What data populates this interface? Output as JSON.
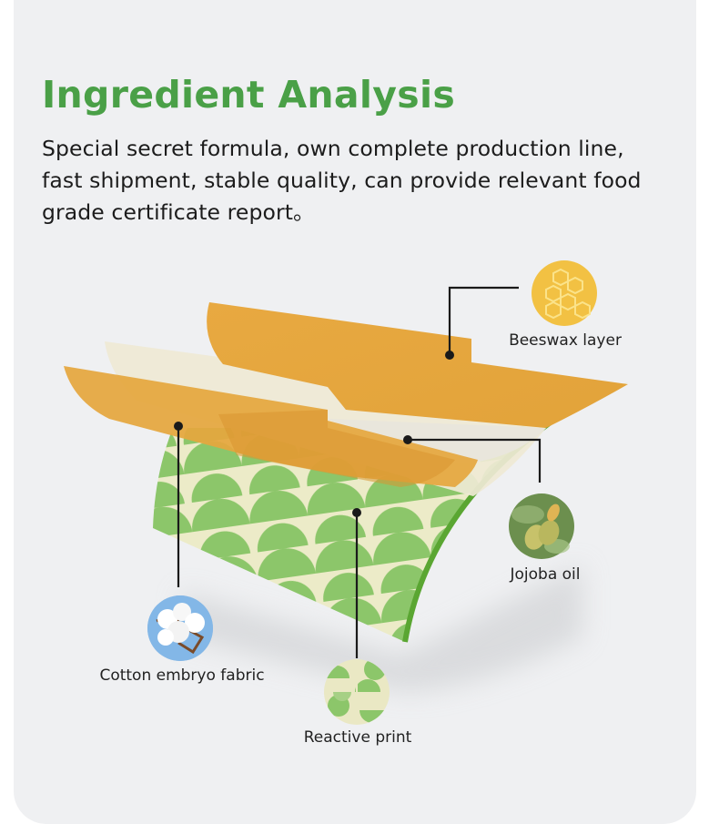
{
  "header": {
    "title": "Ingredient Analysis",
    "description": "Special secret formula, own complete production line, fast shipment, stable quality, can provide relevant food grade certificate report。"
  },
  "layers": [
    {
      "id": "beeswax",
      "label": "Beeswax layer",
      "icon": "honeycomb-icon"
    },
    {
      "id": "jojoba",
      "label": "Jojoba oil",
      "icon": "jojoba-fruit-icon"
    },
    {
      "id": "cotton",
      "label": "Cotton embryo fabric",
      "icon": "cotton-boll-icon"
    },
    {
      "id": "print",
      "label": "Reactive print",
      "icon": "print-pattern-icon"
    }
  ],
  "colors": {
    "title_green": "#4aa047",
    "wax_orange": "#e5a83f",
    "fabric_green": "#8cc66a",
    "fabric_cream": "#ecebc8",
    "background": "#eff0f2"
  }
}
